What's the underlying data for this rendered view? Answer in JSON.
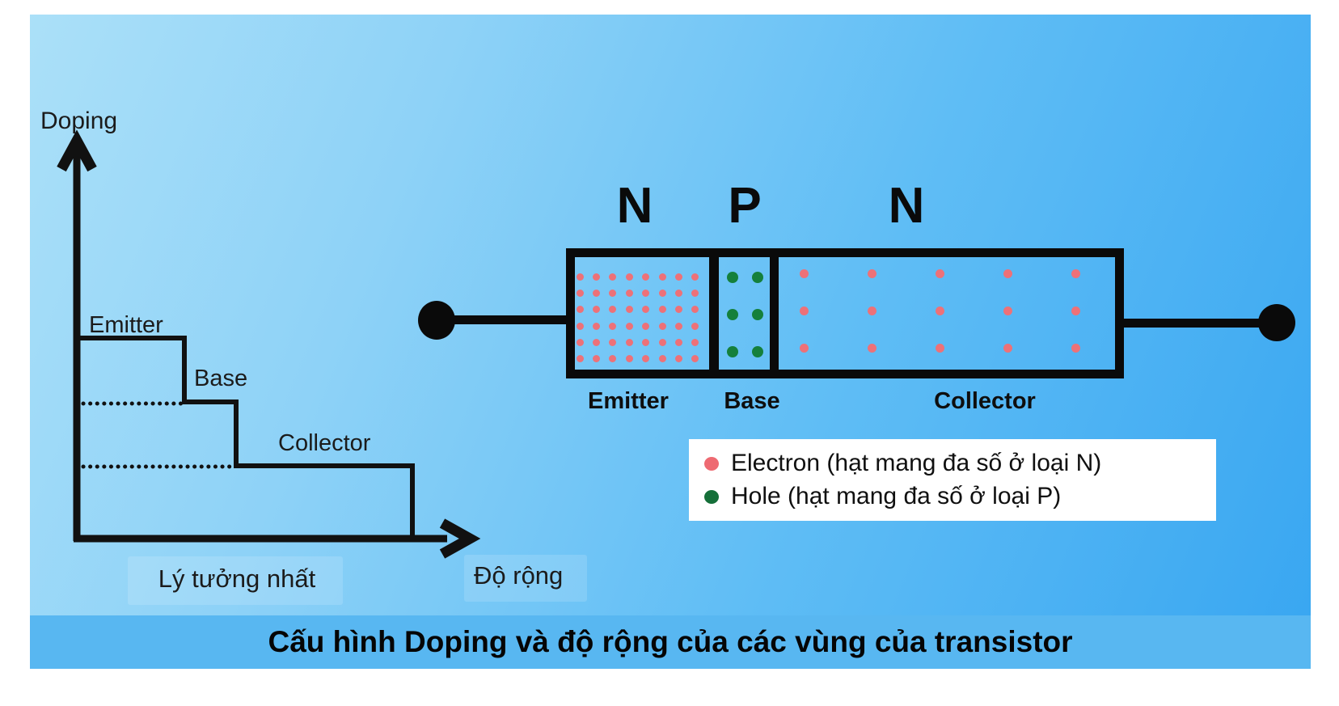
{
  "panel": {
    "title": "Cấu hình Doping và độ rộng của các vùng của transistor"
  },
  "graph": {
    "y_axis_label": "Doping",
    "x_axis_label": "Độ rộng",
    "caption": "Lý tưởng nhất",
    "steps": [
      {
        "label": "Emitter",
        "doping_level": 3,
        "relative_width": 1.0
      },
      {
        "label": "Base",
        "doping_level": 2,
        "relative_width": 0.48
      },
      {
        "label": "Collector",
        "doping_level": 1,
        "relative_width": 1.64
      }
    ]
  },
  "transistor": {
    "regions": [
      {
        "type": "N",
        "label": "Emitter",
        "carrier": "electron",
        "dot_rows": 6,
        "dot_cols": 8
      },
      {
        "type": "P",
        "label": "Base",
        "carrier": "hole",
        "dot_rows": 3,
        "dot_cols": 2
      },
      {
        "type": "N",
        "label": "Collector",
        "carrier": "electron",
        "dot_rows": 3,
        "dot_cols": 5
      }
    ]
  },
  "legend": {
    "items": [
      {
        "carrier": "electron",
        "label": "Electron (hạt mang đa số ở loại N)"
      },
      {
        "carrier": "hole",
        "label": "Hole (hạt mang đa số ở loại P)"
      }
    ]
  },
  "colors": {
    "electron": "#ed7178",
    "hole": "#15803c",
    "legend_electron": "#ee6a72",
    "legend_hole": "#156f39",
    "ink": "#0a0a0a",
    "strip": "#58b7f1"
  }
}
